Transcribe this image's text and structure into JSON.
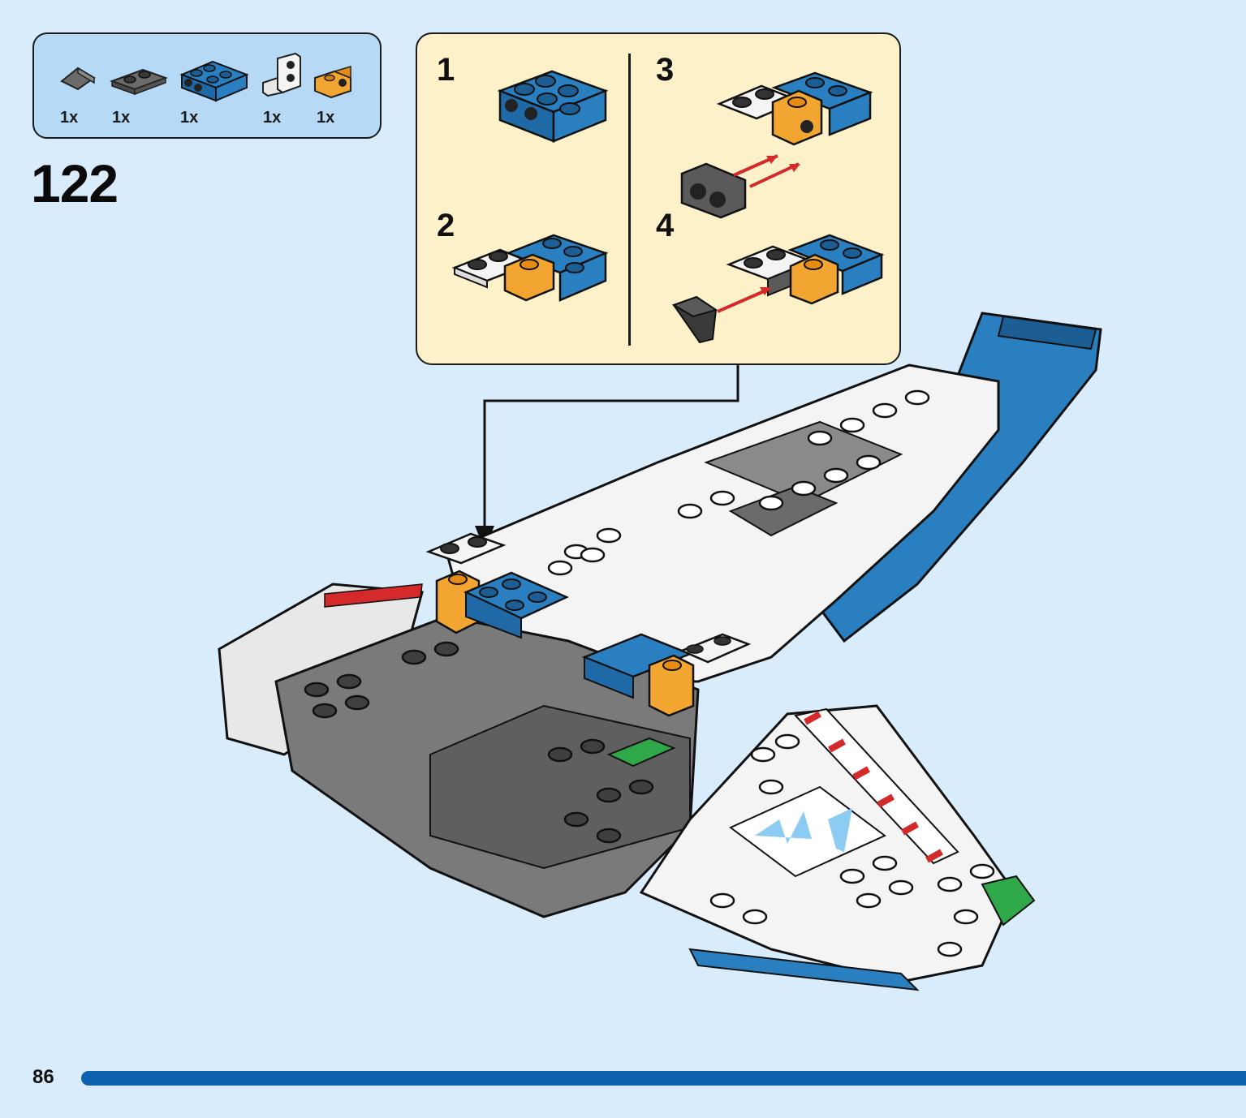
{
  "step": {
    "number": "122"
  },
  "parts": [
    {
      "name": "dark-grey-slope",
      "qty": "1x"
    },
    {
      "name": "dark-grey-plate-1x2",
      "qty": "1x"
    },
    {
      "name": "blue-brick-with-studs",
      "qty": "1x"
    },
    {
      "name": "white-bracket",
      "qty": "1x"
    },
    {
      "name": "orange-bracket",
      "qty": "1x"
    }
  ],
  "substeps": [
    {
      "label": "1"
    },
    {
      "label": "2"
    },
    {
      "label": "3"
    },
    {
      "label": "4"
    }
  ],
  "page": {
    "number": "86"
  },
  "colors": {
    "page_background": "#d9ecfc",
    "parts_box": "#b6d9f6",
    "callout_background": "#fdf1c9",
    "progress_bar": "#0d62ad",
    "blue_brick": "#2a7fc1",
    "orange_brick": "#f2a531",
    "dark_grey": "#5a5a5a",
    "arrow_red": "#d42a2a"
  }
}
